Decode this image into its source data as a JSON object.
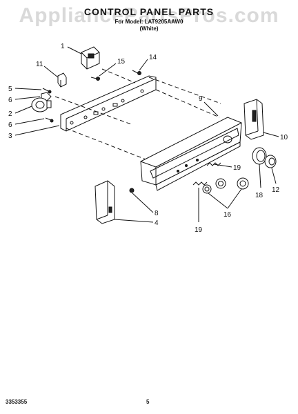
{
  "header": {
    "title": "CONTROL PANEL PARTS",
    "model_line": "For Model: LAT9205AAW0",
    "color_line": "(White)"
  },
  "watermark": "AppliancePartsPros.com",
  "footer": {
    "doc_number": "3353355",
    "page_number": "5"
  },
  "callouts": {
    "c1": "1",
    "c2": "2",
    "c3": "3",
    "c4": "4",
    "c5": "5",
    "c6a": "6",
    "c6b": "6",
    "c8": "8",
    "c9": "9",
    "c10": "10",
    "c11": "11",
    "c12": "12",
    "c14": "14",
    "c15": "15",
    "c16": "16",
    "c18": "18",
    "c19a": "19",
    "c19b": "19"
  }
}
